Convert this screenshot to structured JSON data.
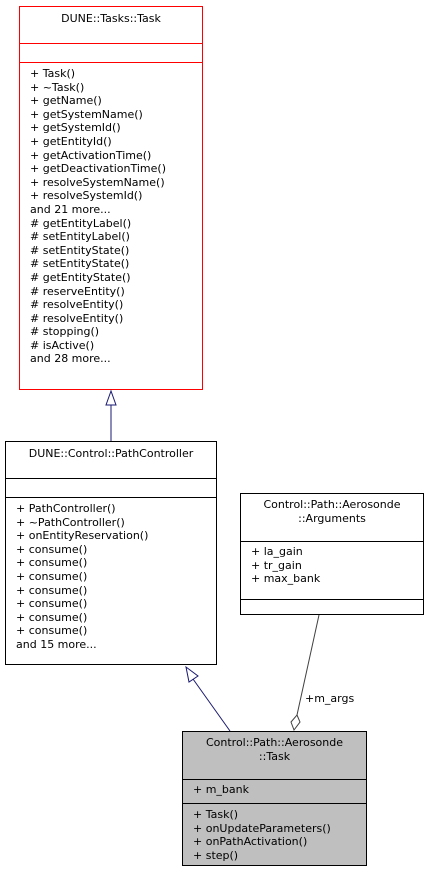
{
  "classes": {
    "task": {
      "title": [
        "DUNE::Tasks::Task"
      ],
      "attributes": [],
      "operations": [
        "+ Task()",
        "+ ~Task()",
        "+ getName()",
        "+ getSystemName()",
        "+ getSystemId()",
        "+ getEntityId()",
        "+ getActivationTime()",
        "+ getDeactivationTime()",
        "+ resolveSystemName()",
        "+ resolveSystemId()",
        "and 21 more...",
        "# getEntityLabel()",
        "# setEntityLabel()",
        "# setEntityState()",
        "# setEntityState()",
        "# getEntityState()",
        "# reserveEntity()",
        "# resolveEntity()",
        "# resolveEntity()",
        "# stopping()",
        "# isActive()",
        "and 28 more..."
      ],
      "border_color": "#ff0000"
    },
    "path_controller": {
      "title": [
        "DUNE::Control::PathController"
      ],
      "attributes": [],
      "operations": [
        "+ PathController()",
        "+ ~PathController()",
        "+ onEntityReservation()",
        "+ consume()",
        "+ consume()",
        "+ consume()",
        "+ consume()",
        "+ consume()",
        "+ consume()",
        "+ consume()",
        "and 15 more..."
      ],
      "border_color": "#000000"
    },
    "arguments": {
      "title": [
        "Control::Path::Aerosonde",
        "::Arguments"
      ],
      "attributes": [
        "+ la_gain",
        "+ tr_gain",
        "+ max_bank"
      ],
      "operations": [],
      "border_color": "#000000"
    },
    "aerosonde_task": {
      "title": [
        "Control::Path::Aerosonde",
        "::Task"
      ],
      "attributes": [
        "+ m_bank"
      ],
      "operations": [
        "+ Task()",
        "+ onUpdateParameters()",
        "+ onPathActivation()",
        "+ step()"
      ],
      "fill_color": "#bfbfbf"
    }
  },
  "relations": {
    "m_args_label": "+m_args",
    "inheritance_color": "#191970",
    "composition_color": "#404040"
  }
}
